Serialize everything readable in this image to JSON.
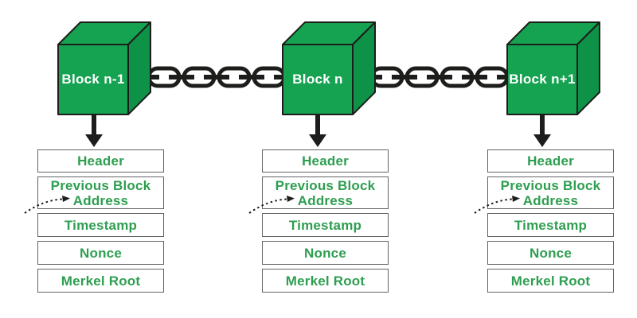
{
  "colors": {
    "background": "#ffffff",
    "cube_front": "#15a351",
    "cube_top": "#15a351",
    "cube_side": "#0e9247",
    "cube_outline": "#1d1d1b",
    "chain_black": "#1d1d1b",
    "arrow_black": "#1d1d1b",
    "field_text_green": "#2e9e50",
    "cube_label_white": "#ffffff",
    "box_border_gray": "#636466"
  },
  "icons": {
    "chain_link": "oval-chain-links",
    "down_arrow": "solid-black-down-arrow",
    "prev_address_pointer": "dashed-curved-right-arrow"
  },
  "blocks": [
    {
      "cube_label": "Block n-1",
      "fields": [
        "Header",
        "Previous Block Address",
        "Timestamp",
        "Nonce",
        "Merkel Root"
      ]
    },
    {
      "cube_label": "Block n",
      "fields": [
        "Header",
        "Previous Block Address",
        "Timestamp",
        "Nonce",
        "Merkel Root"
      ]
    },
    {
      "cube_label": "Block n+1",
      "fields": [
        "Header",
        "Previous Block Address",
        "Timestamp",
        "Nonce",
        "Merkel Root"
      ]
    }
  ]
}
